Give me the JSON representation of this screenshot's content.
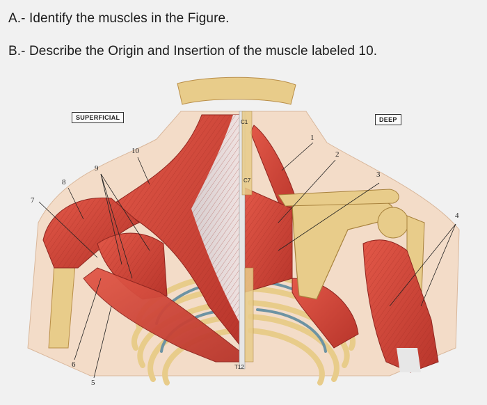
{
  "questions": {
    "a": "A.- Identify the muscles in the Figure.",
    "b": "B.- Describe the Origin and Insertion of the muscle labeled 10."
  },
  "figure": {
    "superficial_label": "SUPERFICIAL",
    "deep_label": "DEEP",
    "vertebra_labels": {
      "c1": "C1",
      "c7": "C7",
      "t12": "T12"
    },
    "numbers": [
      "1",
      "2",
      "3",
      "4",
      "5",
      "6",
      "7",
      "8",
      "9",
      "10"
    ]
  },
  "colors": {
    "muscle": "#d84a3c",
    "muscle_dark": "#b3322a",
    "bone": "#e9cc8a",
    "tendon": "#dcdcdc",
    "rib_shadow": "#6d93a3"
  }
}
